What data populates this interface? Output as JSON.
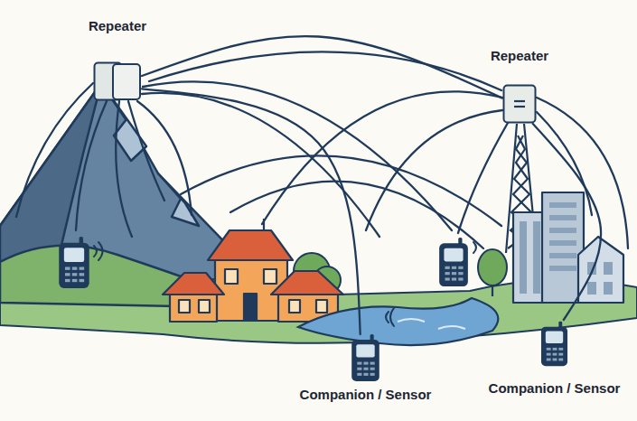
{
  "diagram": {
    "nodes": [
      {
        "text": [
          "Repeater"
        ]
      },
      {
        "text": [
          "Repeater"
        ]
      },
      {
        "text": [
          "Companion / Sensor"
        ]
      },
      {
        "text": [
          "Companion / Sensor"
        ]
      }
    ],
    "edges": [
      {
        "from": 0,
        "to": 1,
        "arrow": "none"
      },
      {
        "from": 0,
        "to": 2,
        "arrow": "none"
      },
      {
        "from": 1,
        "to": 3,
        "arrow": "none"
      }
    ]
  }
}
